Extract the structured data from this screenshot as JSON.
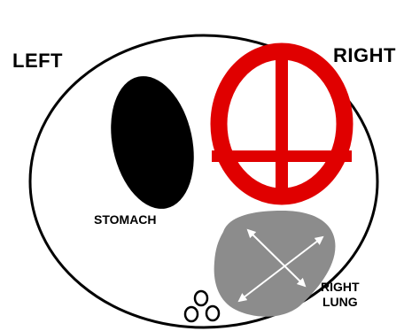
{
  "labels": {
    "left": "LEFT",
    "right": "RIGHT",
    "stomach": "STOMACH",
    "right_lung_line1": "RIGHT",
    "right_lung_line2": "LUNG"
  },
  "colors": {
    "outline": "#000000",
    "stomach": "#000000",
    "heart_ring": "#e00000",
    "lung": "#8c8c8c",
    "arrows": "#ffffff"
  },
  "icons": {
    "heart": "red-circle-cross-icon",
    "lung": "gray-blob-with-arrows",
    "bowel": "three-small-circles"
  }
}
